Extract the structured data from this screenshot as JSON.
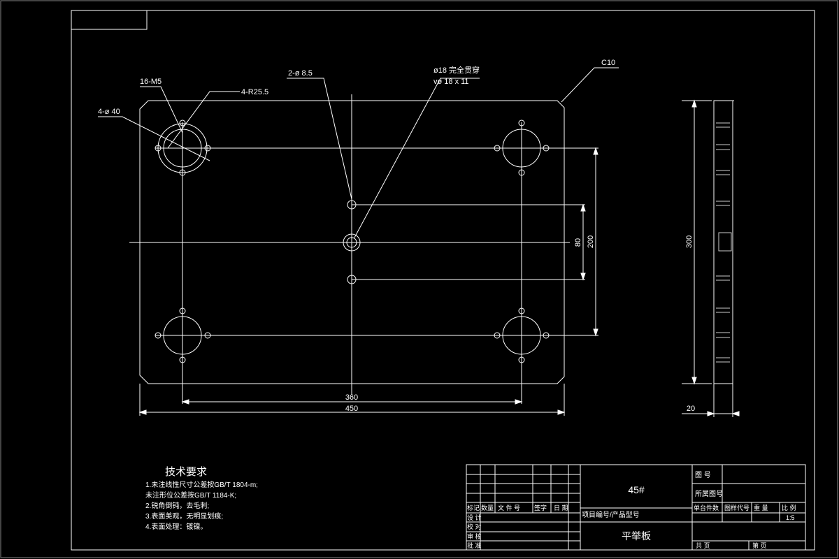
{
  "colors": {
    "background": "#000000",
    "lines": "#ffffff"
  },
  "callouts": {
    "thread_holes": "16-M5",
    "pocket_radius": "4-R25.5",
    "pocket_dia": "4-ø 40",
    "pin_holes": "2-ø 8.5",
    "through_hole": "ø18  完全贯穿",
    "counterbore": "vø 18 x 11",
    "chamfer": "C10"
  },
  "dimensions": {
    "hole_spacing_x": "360",
    "width": "450",
    "pin_spacing": "80",
    "hole_spacing_y": "200",
    "height": "300",
    "thickness": "20"
  },
  "tech_requirements": {
    "title": "技术要求",
    "lines": [
      "1.未注线性尺寸公差按GB/T 1804-m;",
      "  未注形位公差按GB/T 1184-K;",
      "2.锐角倒钝，去毛刺;",
      "3.表面美观，无明显划痕;",
      "4.表面处理：镀镍。"
    ]
  },
  "title_block": {
    "material": "45#",
    "part_name": "平举板",
    "project_label": "项目编号/产品型号",
    "drawing_no_label": "图  号",
    "parent_drawing_label": "所属图号",
    "headers": [
      "标记",
      "数量",
      "文  件  号",
      "签字",
      "日  期"
    ],
    "roles": [
      "设  计",
      "校  对",
      "审  核",
      "批  准"
    ],
    "stage_label": "单台件数",
    "code_label": "图样代号",
    "weight_label": "重  量",
    "scale_label": "比  例",
    "scale": "1:5",
    "sheets_total": "共      页",
    "sheet_no": "第      页"
  }
}
